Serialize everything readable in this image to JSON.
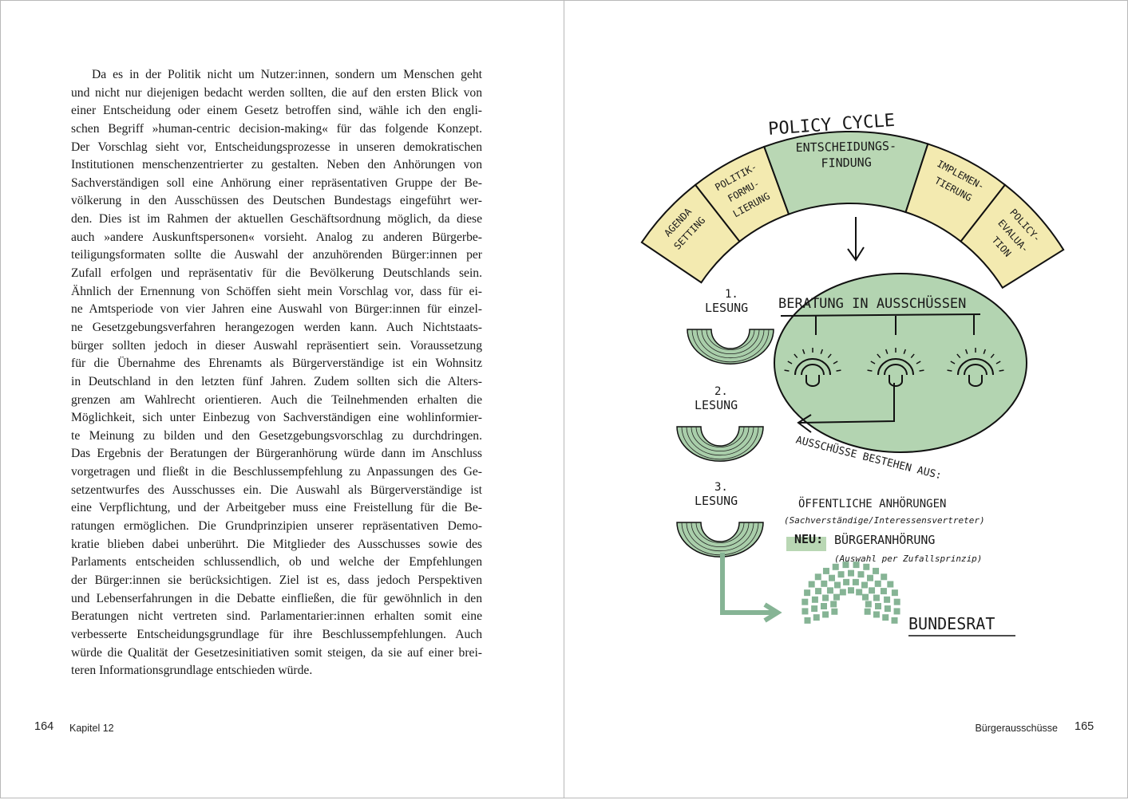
{
  "left_page": {
    "lines": [
      "Da es in der Politik nicht um Nutzer:innen, sondern um Menschen geht",
      "und nicht nur diejenigen bedacht werden sollten, die auf den ersten Blick von",
      "einer Entscheidung oder einem Gesetz betroffen sind, wähle ich den engli-",
      "schen Begriff »human-centric decision-making« für das folgende Konzept.",
      "Der Vorschlag sieht vor, Entscheidungsprozesse in unseren demokratischen",
      "Institutionen menschenzentrierter zu gestalten. Neben den Anhörungen von",
      "Sachverständigen soll eine Anhörung einer repräsentativen Gruppe der Be-",
      "völkerung in den Ausschüssen des Deutschen Bundestags eingeführt wer-",
      "den. Dies ist im Rahmen der aktuellen Geschäftsordnung möglich, da diese",
      "auch »andere Auskunftspersonen« vorsieht. Analog zu anderen Bürgerbe-",
      "teiligungsformaten sollte die Auswahl der anzuhörenden Bürger:innen per",
      "Zufall erfolgen und repräsentativ für die Bevölkerung Deutschlands sein.",
      "Ähnlich der Ernennung von Schöffen sieht mein Vorschlag vor, dass für ei-",
      "ne Amtsperiode von vier Jahren eine Auswahl von Bürger:innen für einzel-",
      "ne Gesetzgebungsverfahren herangezogen werden kann. Auch Nichtstaats-",
      "bürger sollten jedoch in dieser Auswahl repräsentiert sein. Voraussetzung",
      "für die Übernahme des Ehrenamts als Bürgerverständige ist ein Wohnsitz",
      "in Deutschland in den letzten fünf Jahren. Zudem sollten sich die Alters-",
      "grenzen am Wahlrecht orientieren. Auch die Teilnehmenden erhalten die",
      "Möglichkeit, sich unter Einbezug von Sachverständigen eine wohlinformier-",
      "te Meinung zu bilden und den Gesetzgebungsvorschlag zu durchdringen.",
      "Das Ergebnis der Beratungen der Bürgeranhörung würde dann im Anschluss",
      "vorgetragen und fließt in die Beschlussempfehlung zu Anpassungen des Ge-",
      "setzentwurfes des Ausschusses ein. Die Auswahl als Bürgerverständige ist",
      "eine Verpflichtung, und der Arbeitgeber muss eine Freistellung für die Be-",
      "ratungen ermöglichen. Die Grundprinzipien unserer repräsentativen Demo-",
      "kratie blieben dabei unberührt. Die Mitglieder des Ausschusses sowie des",
      "Parlaments entscheiden schlussendlich, ob und welche der Empfehlungen",
      "der Bürger:innen sie berücksichtigen. Ziel ist es, dass jedoch Perspektiven",
      "und Lebenserfahrungen in die Debatte einfließen, die für gewöhnlich in den",
      "Beratungen nicht vertreten sind. Parlamentarier:innen erhalten somit eine",
      "verbesserte Entscheidungsgrundlage für ihre Beschlussempfehlungen. Auch",
      "würde die Qualität der Gesetzesinitiativen somit steigen, da sie auf einer brei-",
      "teren Informationsgrundlage entschieden würde."
    ],
    "page_number": "164",
    "running_head": "Kapitel 12"
  },
  "right_page": {
    "page_number": "165",
    "running_head": "Bürgerausschüsse",
    "illustration": {
      "title": "POLICY CYCLE",
      "segments": [
        {
          "l1": "AGENDA",
          "l2": "SETTING",
          "l3": "",
          "color": "#f3eab0"
        },
        {
          "l1": "POLITIK-",
          "l2": "FORMU-",
          "l3": "LIERUNG",
          "color": "#f3eab0"
        },
        {
          "l1": "ENTSCHEIDUNGS-",
          "l2": "FINDUNG",
          "l3": "",
          "color": "#b9d7b4"
        },
        {
          "l1": "IMPLEMEN-",
          "l2": "TIERUNG",
          "l3": "",
          "color": "#f3eab0"
        },
        {
          "l1": "POLICY-",
          "l2": "EVALUA-",
          "l3": "TION",
          "color": "#f3eab0"
        }
      ],
      "committee_label": "BERATUNG IN AUSSCHÜSSEN",
      "readings": [
        {
          "num": "1.",
          "label": "LESUNG"
        },
        {
          "num": "2.",
          "label": "LESUNG"
        },
        {
          "num": "3.",
          "label": "LESUNG"
        }
      ],
      "consists_of": "AUSSCHÜSSE BESTEHEN AUS:",
      "public_hearings": "ÖFFENTLICHE ANHÖRUNGEN",
      "public_hearings_note": "(Sachverständige/Interessensvertreter)",
      "new_label": "NEU:",
      "citizen_hearing": "BÜRGERANHÖRUNG",
      "citizen_hearing_note": "(Auswahl per Zufallsprinzip)",
      "bundesrat": "BUNDESRAT",
      "green": "#a9ceaa",
      "green_dark": "#86b495"
    }
  }
}
